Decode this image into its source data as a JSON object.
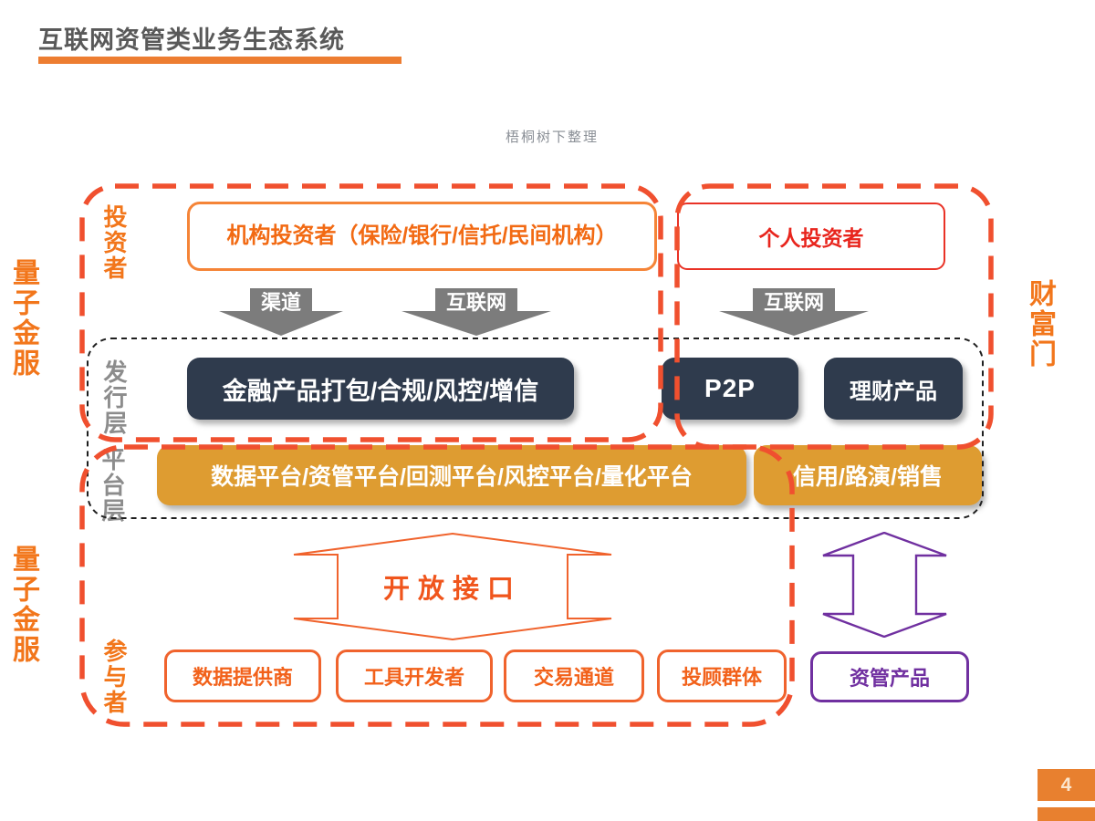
{
  "page": {
    "title": "互联网资管类业务生态系统",
    "attribution": "梧桐树下整理",
    "page_number": "4"
  },
  "side_labels": {
    "left_top": "量子金服",
    "left_bottom": "量子金服",
    "right": "财富门"
  },
  "row_labels": {
    "investors": "投资者",
    "issuance_layer": "发行层",
    "platform_layer": "平台层",
    "participants": "参与者"
  },
  "arrows": {
    "channel": "渠道",
    "internet_left": "互联网",
    "internet_right": "互联网"
  },
  "boxes": {
    "institutional_investors": "机构投资者（保险/银行/信托/民间机构）",
    "individual_investors": "个人投资者",
    "packaging": "金融产品打包/合规/风控/增信",
    "p2p": "P2P",
    "wealth_products": "理财产品",
    "platforms": "数据平台/资管平台/回测平台/风控平台/量化平台",
    "credit": "信用/路演/销售",
    "open_api": "开放接口",
    "data_providers": "数据提供商",
    "tool_developers": "工具开发者",
    "trading_channels": "交易通道",
    "advisor_groups": "投顾群体",
    "am_products": "资管产品"
  },
  "colors": {
    "accent_orange": "#ED7D31",
    "dashed_border_red": "#F0502F",
    "individual_red": "#E8251D",
    "navy_box": "#2F3B4D",
    "gold_box": "#DE9C31",
    "arrow_gray": "#7C7C7C",
    "layer_label_gray": "#8C8C8C",
    "purple": "#7030A0",
    "title_gray": "#595959"
  }
}
